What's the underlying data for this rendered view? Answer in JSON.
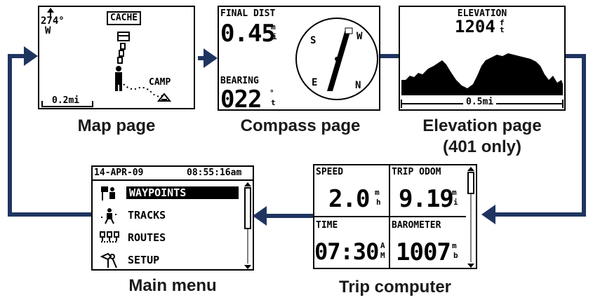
{
  "captions": {
    "map": "Map page",
    "compass": "Compass page",
    "elevation_line1": "Elevation page",
    "elevation_line2": "(401 only)",
    "main_menu": "Main menu",
    "trip_computer": "Trip computer"
  },
  "map_page": {
    "heading_value": "274°",
    "heading_dir": "W",
    "cache_label": "CACHE",
    "camp_label": "CAMP",
    "scale": "0.2mi"
  },
  "compass_page": {
    "final_dist_label": "FINAL DIST",
    "final_dist_value": "0.45",
    "final_dist_unit_top": "m",
    "final_dist_unit_bottom": "i",
    "bearing_label": "BEARING",
    "bearing_value": "022",
    "bearing_unit_top": "°",
    "bearing_unit_bottom": "t",
    "dial_s": "S",
    "dial_w": "W",
    "dial_e": "E",
    "dial_n": "N"
  },
  "elevation_page": {
    "label": "ELEVATION",
    "value": "1204",
    "unit_top": "f",
    "unit_bottom": "t",
    "scale": "0.5mi"
  },
  "main_menu": {
    "date": "14-APR-09",
    "time": "08:55:16am",
    "items": [
      {
        "label": "WAYPOINTS",
        "icon": "waypoints-icon"
      },
      {
        "label": "TRACKS",
        "icon": "tracks-icon"
      },
      {
        "label": "ROUTES",
        "icon": "routes-icon"
      },
      {
        "label": "SETUP",
        "icon": "setup-icon"
      }
    ]
  },
  "trip_computer": {
    "speed_label": "SPEED",
    "speed_value": "2.0",
    "speed_unit_top": "m",
    "speed_unit_bottom": "h",
    "odom_label": "TRIP ODOM",
    "odom_value": "9.19",
    "odom_unit_top": "m",
    "odom_unit_bottom": "i",
    "time_label": "TIME",
    "time_value": "07:30",
    "time_unit_top": "A",
    "time_unit_bottom": "M",
    "baro_label": "BAROMETER",
    "baro_value": "1007",
    "baro_unit_top": "m",
    "baro_unit_bottom": "b"
  },
  "colors": {
    "arrow": "#1f3560",
    "lcd_ink": "#000000",
    "caption": "#1a1a1a"
  }
}
